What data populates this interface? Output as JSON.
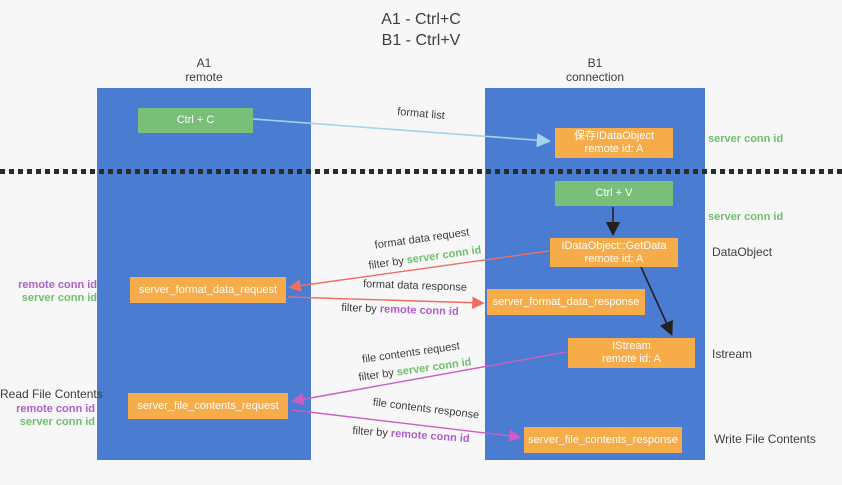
{
  "title": {
    "line1": "A1 - Ctrl+C",
    "line2": "B1 - Ctrl+V"
  },
  "lanes": {
    "a1": {
      "name": "A1",
      "subtitle": "remote"
    },
    "b1": {
      "name": "B1",
      "subtitle": "connection"
    }
  },
  "nodes": {
    "ctrl_c": {
      "label": "Ctrl + C"
    },
    "ctrl_v": {
      "label": "Ctrl + V"
    },
    "save_dataobject": {
      "line1": "保存IDataObject",
      "line2": "remote id: A"
    },
    "getdata": {
      "line1": "IDataObject::GetData",
      "line2": "remote id: A"
    },
    "istream": {
      "line1": "IStream",
      "line2": "remote id: A"
    },
    "format_request": {
      "label": "server_format_data_request"
    },
    "format_response": {
      "label": "server_format_data_response"
    },
    "file_request": {
      "label": "server_file_contents_request"
    },
    "file_response": {
      "label": "server_file_contents_response"
    }
  },
  "edges": {
    "format_list": {
      "label": "format list"
    },
    "format_data_request": {
      "label": "format data request",
      "filter_prefix": "filter by ",
      "filter_key": "server conn id"
    },
    "format_data_response": {
      "label": "format data response",
      "filter_prefix": "filter by ",
      "filter_key": "remote conn id"
    },
    "file_contents_request": {
      "label": "file contents request",
      "filter_prefix": "filter by ",
      "filter_key": "server conn id"
    },
    "file_contents_response": {
      "label": "file contents response",
      "filter_prefix": "filter by ",
      "filter_key": "remote conn id"
    }
  },
  "annotations": {
    "server_conn_id_top": "server conn id",
    "server_conn_id_mid": "server conn id",
    "dataobject": "DataObject",
    "istream": "Istream",
    "write_file_contents": "Write File Contents",
    "format_request_side": {
      "line1": "remote conn id",
      "line2": "server conn id"
    },
    "file_request_side": {
      "title": "Read File Contents",
      "line1": "remote conn id",
      "line2": "server conn id"
    }
  },
  "colors": {
    "lane_blue": "#4a7cd2",
    "node_green": "#7abf79",
    "node_orange": "#f7ac4a",
    "arrow_lightblue": "#a5d2ee",
    "arrow_red": "#ee6e64",
    "arrow_magenta": "#cb5ec4",
    "arrow_black": "#222222",
    "text_green": "#6fbf6e",
    "text_purple": "#af5fc9",
    "text_dark": "#3d3d3d",
    "background": "#f7f7f7"
  }
}
